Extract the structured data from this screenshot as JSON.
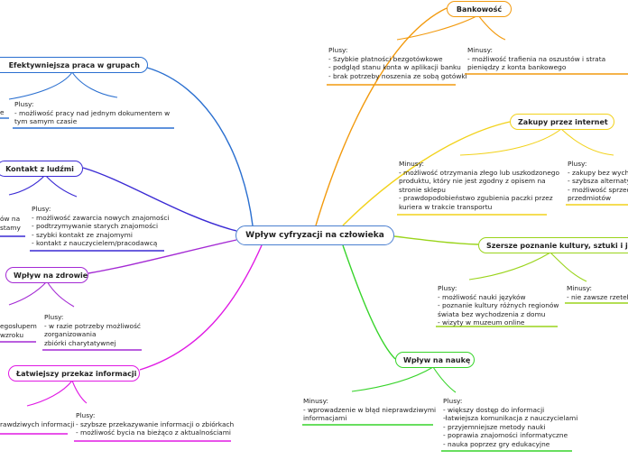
{
  "central": "Wpływ cyfryzacji na człowieka",
  "branches": {
    "bankowosc": {
      "title": "Bankowość",
      "color": "#f29a0e",
      "plusy": [
        "Plusy:",
        "- Szybkie płatności bezgotówkowe",
        "- podgląd stanu konta w aplikacji banku",
        "- brak potrzeby noszenia ze sobą gotówki"
      ],
      "minusy": [
        "Minusy:",
        "- możliwość trafienia na oszustów i strata",
        "pieniędzy z konta bankowego"
      ]
    },
    "zakupy": {
      "title": "Zakupy przez internet",
      "color": "#f2d21b",
      "minusy": [
        "Minusy:",
        "- możliwość otrzymania złego lub uszkodzonego",
        "produktu, który nie jest zgodny z opisem na",
        "stronie sklepu",
        "- prawdopodobieństwo zgubienia paczki przez",
        "kuriera w trakcie transportu"
      ],
      "plusy": [
        "Plusy:",
        "- zakupy bez wychodzenia",
        "- szybsza alternatywa",
        "- możliwość sprzedaży",
        "przedmiotów"
      ]
    },
    "kultura": {
      "title": "Szersze poznanie kultury, sztuki i języków",
      "color": "#9ad41b",
      "plusy": [
        "Plusy:",
        "- możliwość nauki języków",
        "- poznanie kultury różnych regionów",
        "świata bez wychodzenia z domu",
        "- wizyty w muzeum online"
      ],
      "minusy": [
        "Minusy:",
        "- nie zawsze rzetelne"
      ]
    },
    "nauka": {
      "title": "Wpływ na naukę",
      "color": "#37d42a",
      "minusy": [
        "Minusy:",
        "- wprowadzenie w błąd nieprawdziwymi",
        "informacjami"
      ],
      "plusy": [
        "Plusy:",
        "- większy dostęp do informacji",
        "-łatwiejsza komunikacja z nauczycielami",
        "- przyjemniejsze metody nauki",
        "- poprawia znajomości informatyczne",
        "- nauka poprzez gry edukacyjne"
      ]
    },
    "praca": {
      "title": "Efektywniejsza praca w grupach",
      "color": "#2a6fd0",
      "left_fragment": [
        "e"
      ],
      "plusy": [
        "Plusy:",
        "- możliwość pracy nad jednym dokumentem w",
        "tym samym czasie"
      ]
    },
    "kontakt": {
      "title": "Kontakt z ludźmi",
      "color": "#3a2ad4",
      "left_fragment": [
        "ów na",
        "stamy"
      ],
      "plusy": [
        "Plusy:",
        "- możliwość zawarcia nowych znajomości",
        "- podtrzymywanie starych znajomości",
        "- szybki kontakt ze znajomymi",
        "- kontakt z nauczycielem/pracodawcą"
      ]
    },
    "zdrowie": {
      "title": "Wpływ na zdrowie",
      "color": "#a42ad4",
      "left_fragment": [
        "egosłupem",
        "wzroku"
      ],
      "plusy": [
        "Plusy:",
        "- w razie potrzeby możliwość",
        "zorganizowania",
        "zbiórki charytatywnej"
      ]
    },
    "informacja": {
      "title": "Łatwiejszy przekaz informacji",
      "color": "#e01ae4",
      "left_fragment": [
        "rawdziwych informacji"
      ],
      "plusy": [
        "Plusy:",
        "- szybsze przekazywanie informacji  o zbiórkach",
        "- możliwość bycia na bieżąco z aktualnościami"
      ]
    }
  }
}
